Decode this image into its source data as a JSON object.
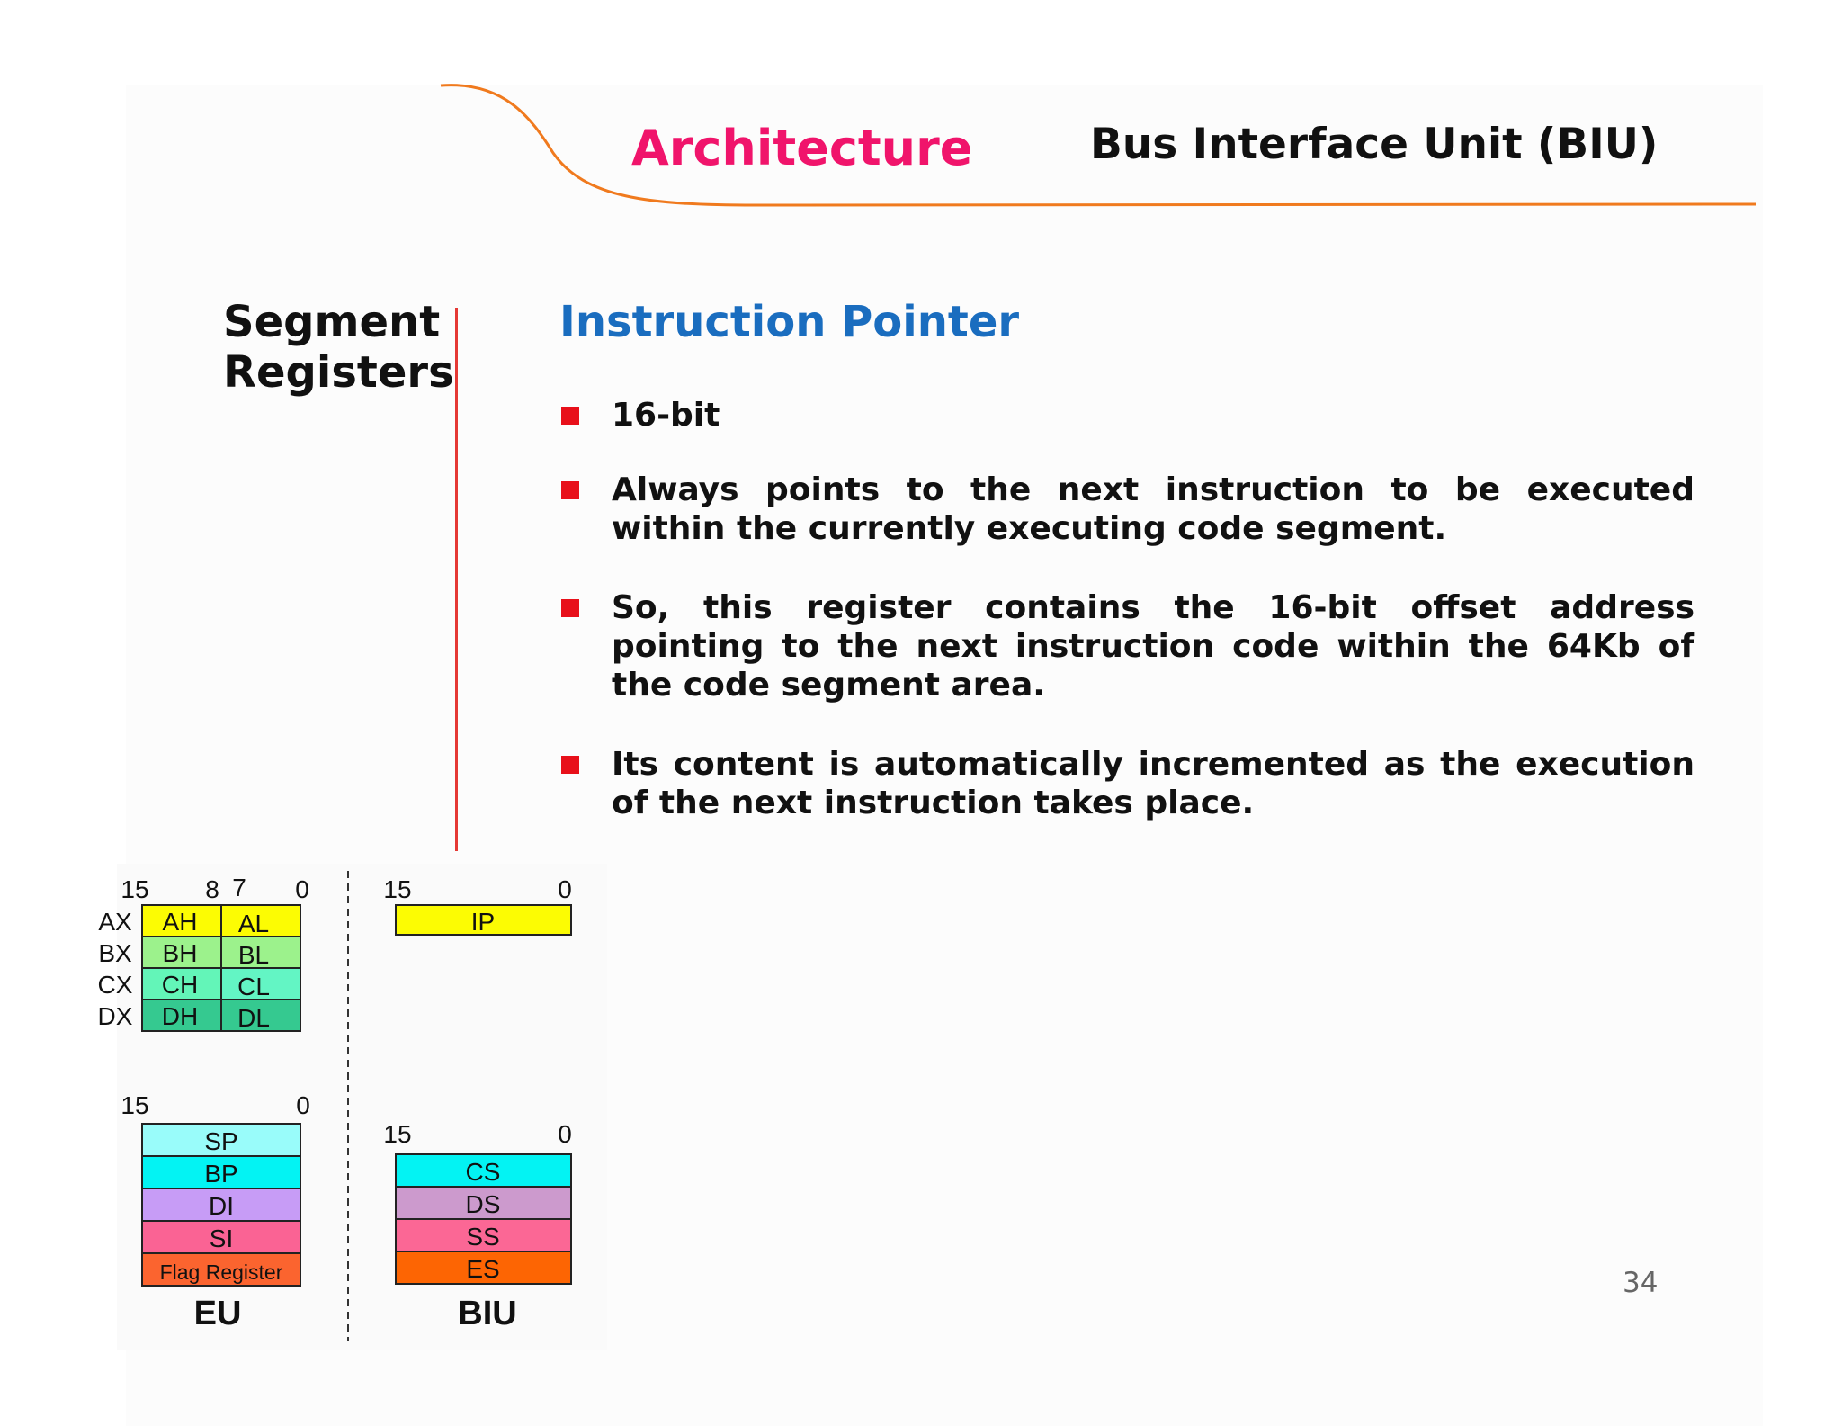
{
  "header": {
    "title": "Architecture",
    "subtitle": "Bus Interface Unit (BIU)"
  },
  "sidebar": {
    "label_line1": "Segment",
    "label_line2": "Registers"
  },
  "content": {
    "heading": "Instruction Pointer",
    "bullets": [
      "16-bit",
      "Always points to the next instruction to be executed within the currently executing code segment.",
      "So, this register contains the 16-bit offset address pointing to the next instruction code within the 64Kb of the code segment area.",
      "Its content is automatically incremented as the execution of the next instruction takes place."
    ]
  },
  "diagram": {
    "eu_label": "EU",
    "biu_label": "BIU",
    "gp_bits": {
      "b15": "15",
      "b8": "8",
      "b7": "7",
      "b0": "0"
    },
    "gp_registers": [
      {
        "name": "AX",
        "high": "AH",
        "low": "AL",
        "high_color": "#fcfc03",
        "low_color": "#fcfc03"
      },
      {
        "name": "BX",
        "high": "BH",
        "low": "BL",
        "high_color": "#9cf28c",
        "low_color": "#9cf28c"
      },
      {
        "name": "CX",
        "high": "CH",
        "low": "CL",
        "high_color": "#63f5b8",
        "low_color": "#63f5c4"
      },
      {
        "name": "DX",
        "high": "DH",
        "low": "DL",
        "high_color": "#35c990",
        "low_color": "#35c990"
      }
    ],
    "ptr_bits": {
      "b15": "15",
      "b0": "0"
    },
    "ptr_registers": [
      {
        "name": "SP",
        "color": "#99fcfa"
      },
      {
        "name": "BP",
        "color": "#03f3f3"
      },
      {
        "name": "DI",
        "color": "#c79cf6"
      },
      {
        "name": "SI",
        "color": "#fa6394"
      },
      {
        "name": "Flag Register",
        "color": "#fb642f"
      }
    ],
    "ip_bits": {
      "b15": "15",
      "b0": "0"
    },
    "ip_register": {
      "name": "IP",
      "color": "#fcfc03"
    },
    "seg_bits": {
      "b15": "15",
      "b0": "0"
    },
    "seg_registers": [
      {
        "name": "CS",
        "color": "#03f3f3"
      },
      {
        "name": "DS",
        "color": "#cc9acd"
      },
      {
        "name": "SS",
        "color": "#fb6795"
      },
      {
        "name": "ES",
        "color": "#fd6503"
      }
    ]
  },
  "footer": {
    "page_number": "34"
  },
  "colors": {
    "accent_title": "#f0146b",
    "heading_blue": "#1a6dbf",
    "curve_orange": "#f07a1e",
    "divider_red": "#e53935",
    "bullet_red": "#e8101a"
  }
}
